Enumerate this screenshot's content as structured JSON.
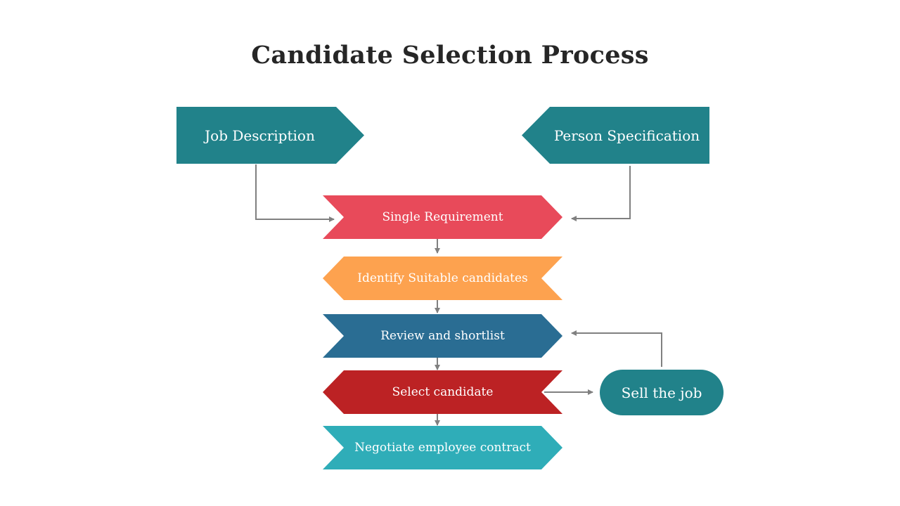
{
  "title": "Candidate Selection Process",
  "inputs": {
    "job_description": "Job Description",
    "person_specification": "Person Specification"
  },
  "steps": [
    {
      "label": "Single Requirement",
      "color": "#e84a5a"
    },
    {
      "label": "Identify Suitable candidates",
      "color": "#fda24f"
    },
    {
      "label": "Review and shortlist",
      "color": "#2a6d93"
    },
    {
      "label": "Select candidate",
      "color": "#bc2224"
    },
    {
      "label": "Negotiate employee contract",
      "color": "#2fadb8"
    }
  ],
  "side_node": {
    "label": "Sell the job",
    "color": "#21828a"
  },
  "colors": {
    "input_boxes": "#21828a",
    "connector": "#808080",
    "title": "#262626"
  }
}
